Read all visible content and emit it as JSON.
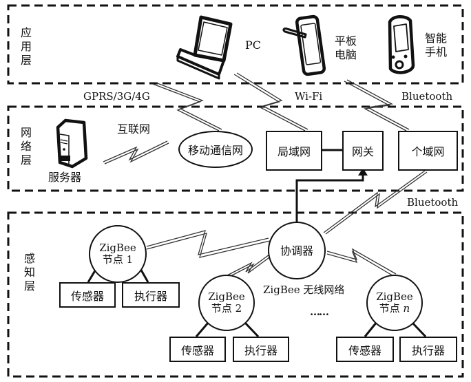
{
  "layers": {
    "application": {
      "label": "应用层"
    },
    "network": {
      "label": "网络层"
    },
    "perception": {
      "label": "感知层"
    }
  },
  "application": {
    "pc": {
      "label": "PC"
    },
    "tablet": {
      "label_line1": "平板",
      "label_line2": "电脑"
    },
    "phone": {
      "label_line1": "智能",
      "label_line2": "手机"
    }
  },
  "links": {
    "gprs": "GPRS/3G/4G",
    "wifi": "Wi-Fi",
    "bluetooth_top": "Bluetooth",
    "internet": "互联网",
    "bluetooth_bottom": "Bluetooth"
  },
  "network": {
    "server": "服务器",
    "mobile_net": "移动通信网",
    "lan": "局域网",
    "gateway": "网关",
    "pan": "个域网"
  },
  "perception": {
    "coordinator": "协调器",
    "wireless_label": "ZigBee 无线网络",
    "ellipsis": "……",
    "nodes": [
      {
        "line1": "ZigBee",
        "line2": "节点 ",
        "index": "1",
        "sensor": "传感器",
        "actuator": "执行器"
      },
      {
        "line1": "ZigBee",
        "line2": "节点 ",
        "index": "2",
        "sensor": "传感器",
        "actuator": "执行器"
      },
      {
        "line1": "ZigBee",
        "line2": "节点 ",
        "index": "n",
        "sensor": "传感器",
        "actuator": "执行器"
      }
    ]
  }
}
